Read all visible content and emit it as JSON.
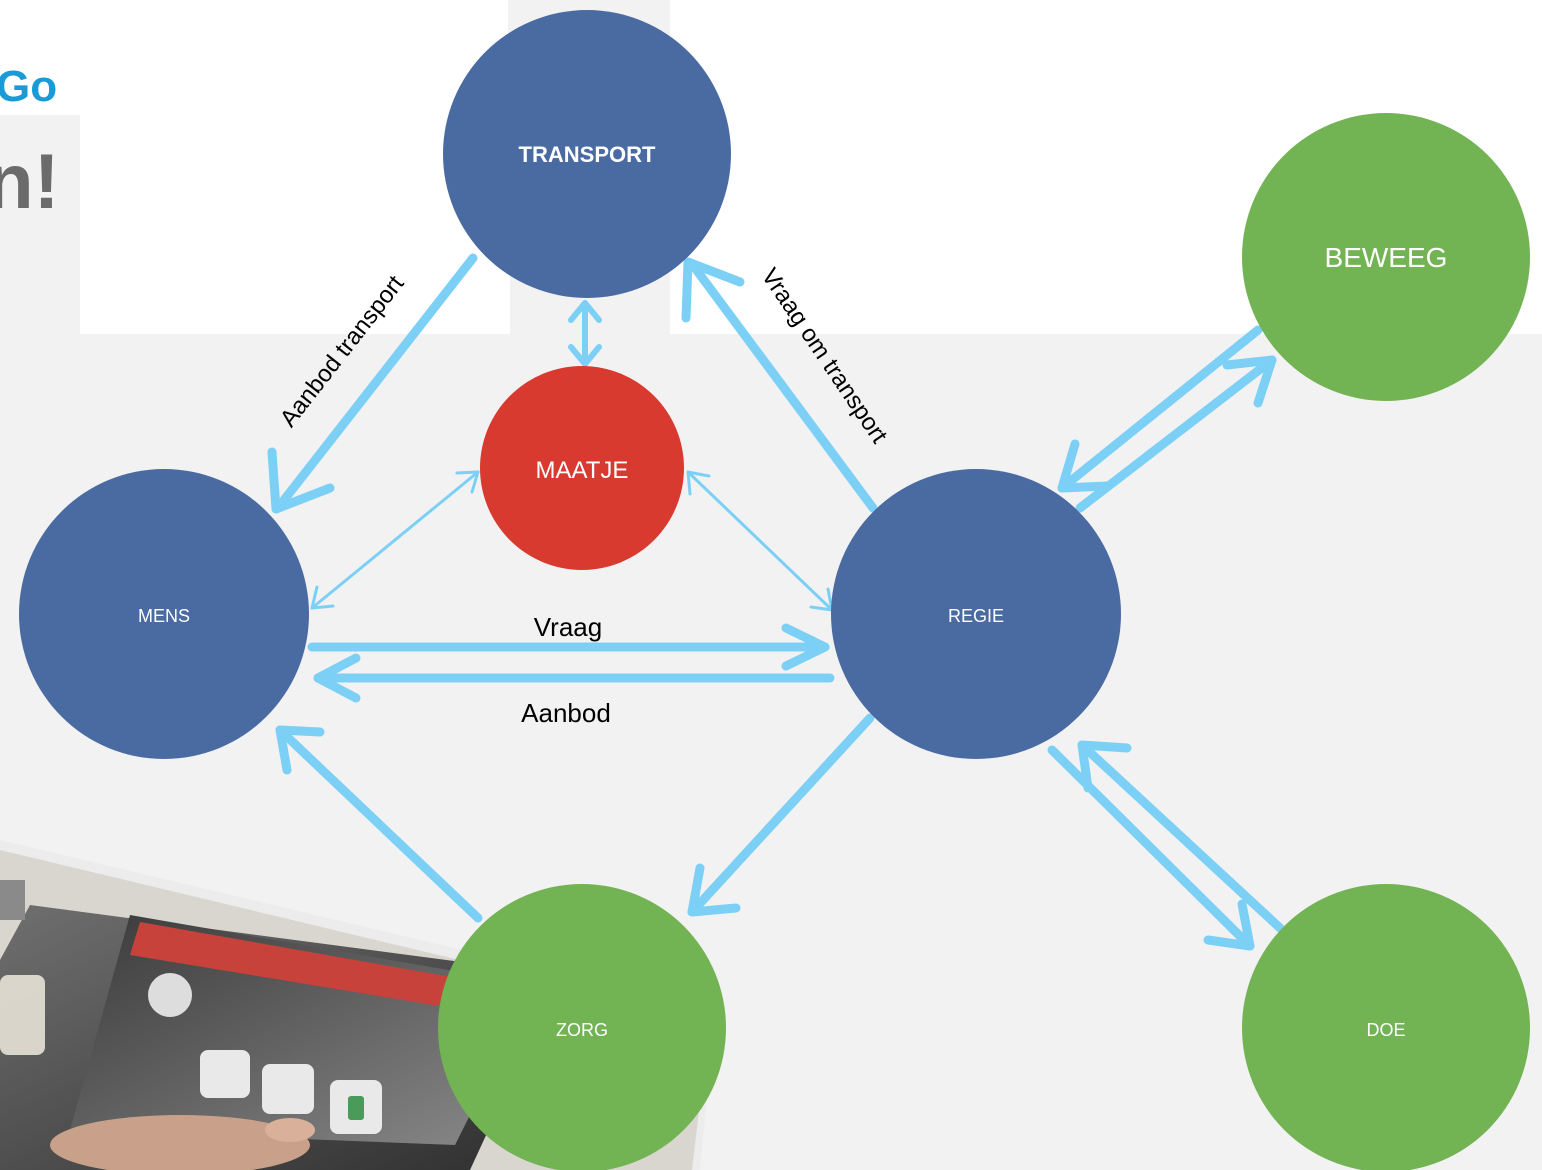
{
  "partial_heading": {
    "line1": "Go",
    "line2": "n!"
  },
  "colors": {
    "blue_node": "#4a6aa2",
    "green_node": "#72b353",
    "red_node": "#d93a30",
    "arrow": "#7dd0f5",
    "heading_blue": "#1a9bd7",
    "heading_gray": "#6b6b6b"
  },
  "nodes": {
    "transport": "TRANSPORT",
    "maatje": "MAATJE",
    "mens": "MENS",
    "regie": "REGIE",
    "beweeg": "BEWEEG",
    "zorg": "ZORG",
    "doe": "DOE"
  },
  "edges": {
    "aanbod_transport": "Aanbod transport",
    "vraag_om_transport": "Vraag om transport",
    "vraag": "Vraag",
    "aanbod": "Aanbod"
  },
  "photo": {
    "icon": "tablet-photo"
  }
}
